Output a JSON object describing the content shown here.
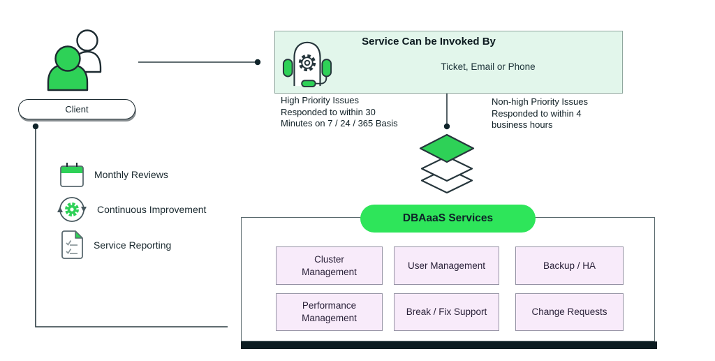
{
  "colors": {
    "green": "#2ED157",
    "header_pill_green": "#2EE55A",
    "mint_fill": "#E2F6EB",
    "mint_border": "#8FA79E",
    "lavender_fill": "#F8EBFA",
    "lavender_border": "#9593A4",
    "ink": "#16262C",
    "shadow_bar": "#0C1C21"
  },
  "client": {
    "label": "Client"
  },
  "invoke": {
    "title": "Service Can be Invoked By",
    "channels": "Ticket, Email or  Phone"
  },
  "priority": {
    "high": "High Priority Issues\nResponded to within 30\nMinutes on 7 / 24 / 365 Basis",
    "non_high": "Non-high Priority Issues\nResponded to within 4\nbusiness hours"
  },
  "engagement": {
    "items": [
      {
        "icon": "calendar-icon",
        "label": "Monthly Reviews"
      },
      {
        "icon": "cycle-gear-icon",
        "label": "Continuous Improvement"
      },
      {
        "icon": "report-icon",
        "label": "Service Reporting"
      }
    ]
  },
  "services": {
    "header": "DBAaaS Services",
    "boxes": [
      {
        "label": "Cluster\nManagement"
      },
      {
        "label": "User Management"
      },
      {
        "label": "Backup / HA"
      },
      {
        "label": "Performance\nManagement"
      },
      {
        "label": "Break / Fix Support"
      },
      {
        "label": "Change Requests"
      }
    ]
  }
}
